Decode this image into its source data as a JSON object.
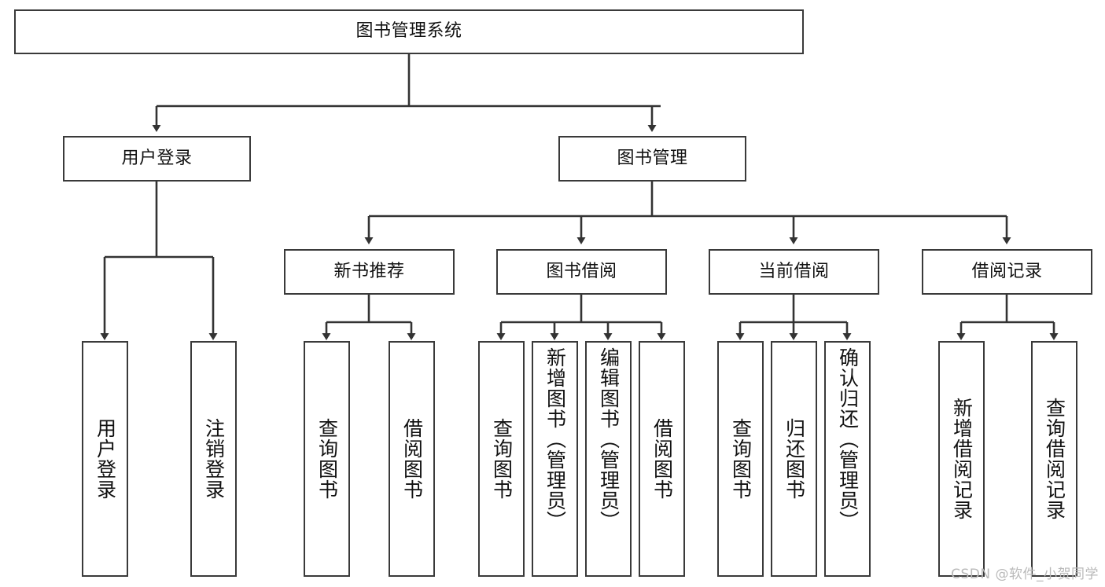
{
  "diagram": {
    "title": "图书管理系统",
    "type": "tree-hierarchy-diagram",
    "colors": {
      "box_border": "#3a3a3a",
      "box_fill": "#ffffff",
      "edge": "#333333",
      "text": "#111111",
      "watermark": "#b9b9b9",
      "background": "#ffffff"
    },
    "nodes": {
      "root": {
        "label": "图书管理系统"
      },
      "level2": [
        {
          "label": "用户登录"
        },
        {
          "label": "图书管理"
        }
      ],
      "level3": [
        {
          "label": "新书推荐"
        },
        {
          "label": "图书借阅"
        },
        {
          "label": "当前借阅"
        },
        {
          "label": "借阅记录"
        }
      ],
      "leaves": {
        "user_login": [
          {
            "label": "用户登录"
          },
          {
            "label": "注销登录"
          }
        ],
        "new_book_recommend": [
          {
            "label": "查询图书"
          },
          {
            "label": "借阅图书"
          }
        ],
        "book_borrow": [
          {
            "label": "查询图书"
          },
          {
            "label": "新增图书（管理员）"
          },
          {
            "label": "编辑图书（管理员）"
          },
          {
            "label": "借阅图书"
          }
        ],
        "current_borrow": [
          {
            "label": "查询图书"
          },
          {
            "label": "归还图书"
          },
          {
            "label": "确认归还（管理员）"
          }
        ],
        "borrow_record": [
          {
            "label": "新增借阅记录"
          },
          {
            "label": "查询借阅记录"
          }
        ]
      }
    },
    "watermark": "CSDN @软件_小贺同学"
  }
}
